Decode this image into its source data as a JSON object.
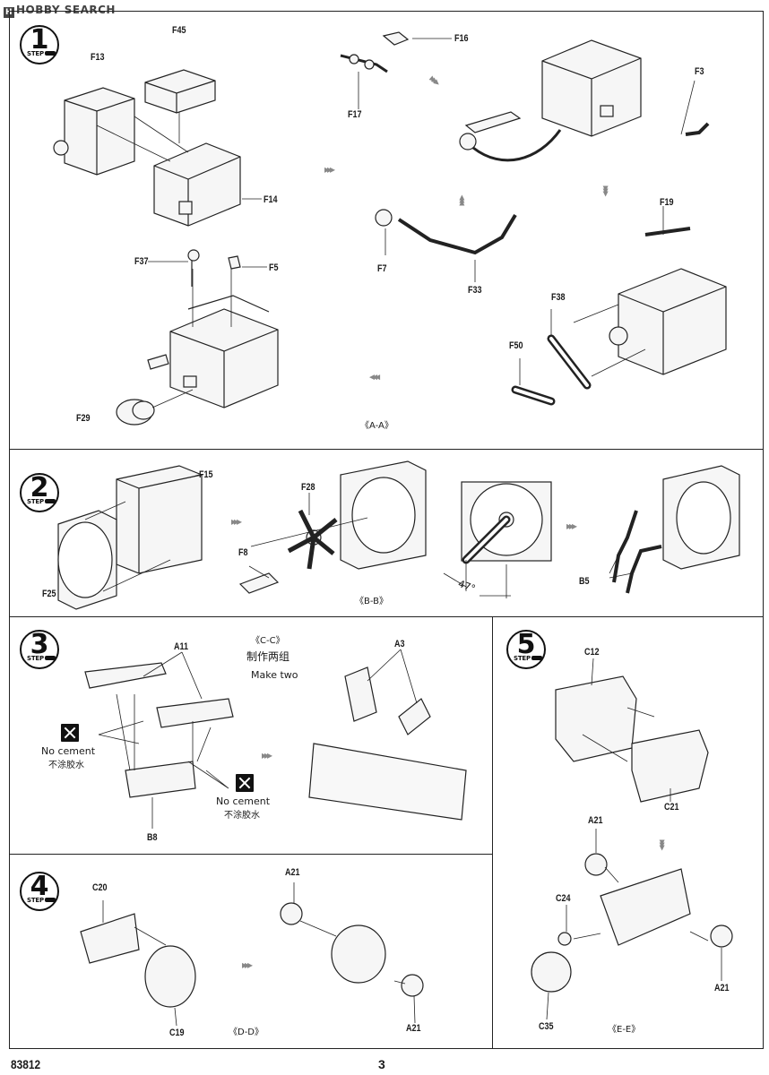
{
  "header": {
    "watermark": "HOBBY SEARCH"
  },
  "steps": [
    {
      "num": "1",
      "tag": "STEP"
    },
    {
      "num": "2",
      "tag": "STEP"
    },
    {
      "num": "3",
      "tag": "STEP"
    },
    {
      "num": "4",
      "tag": "STEP"
    },
    {
      "num": "5",
      "tag": "STEP"
    }
  ],
  "step1": {
    "parts": {
      "F45": "F45",
      "F13": "F13",
      "F14": "F14",
      "F37": "F37",
      "F5": "F5",
      "F29": "F29",
      "F16": "F16",
      "F17": "F17",
      "F3": "F3",
      "F19": "F19",
      "F7": "F7",
      "F33": "F33",
      "F38": "F38",
      "F50": "F50"
    },
    "section": "《A-A》"
  },
  "step2": {
    "parts": {
      "F15": "F15",
      "F28": "F28",
      "F8": "F8",
      "F25": "F25",
      "B5": "B5"
    },
    "angle": "47°",
    "section": "《B-B》"
  },
  "step3": {
    "section": "《C-C》",
    "note_cn": "制作两组",
    "note_en": "Make two",
    "parts": {
      "A11": "A11",
      "A3": "A3",
      "B8": "B8"
    },
    "no_cement_en": "No cement",
    "no_cement_cn": "不涂胶水"
  },
  "step4": {
    "parts": {
      "C20": "C20",
      "C19": "C19",
      "A21_top": "A21",
      "A21_bottom": "A21"
    },
    "section": "《D-D》"
  },
  "step5": {
    "parts": {
      "C12": "C12",
      "C21": "C21",
      "A21_left": "A21",
      "C24": "C24",
      "C35": "C35",
      "A21_right": "A21"
    },
    "section": "《E-E》"
  },
  "footer": {
    "code": "83812",
    "page": "3"
  }
}
